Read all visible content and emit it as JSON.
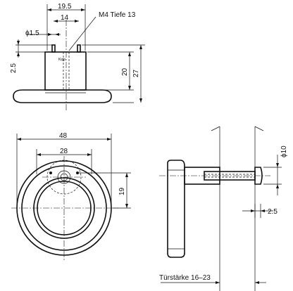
{
  "labels": {
    "dim_19_5": "19.5",
    "dim_14": "14",
    "thread": "M4 Tiefe 13",
    "dim_phi1_5": "ϕ1.5",
    "dim_2_5_top": "2.5",
    "dim_20": "20",
    "dim_27": "27",
    "dim_48": "48",
    "dim_28": "28",
    "dim_19": "19",
    "dim_phi10": "ϕ10",
    "dim_2_5_side": "2.5",
    "door_thickness": "Türstärke 16–23"
  }
}
